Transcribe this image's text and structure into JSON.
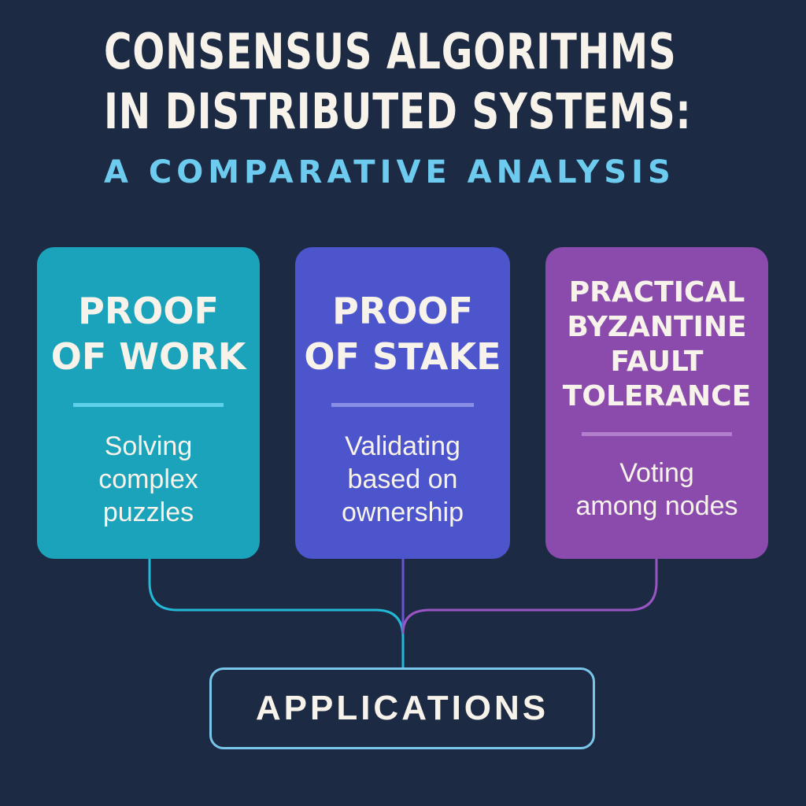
{
  "title": {
    "line1": "CONSENSUS ALGORITHMS",
    "line2": "IN DISTRIBUTED SYSTEMS:",
    "subtitle": "A COMPARATIVE ANALYSIS"
  },
  "cards": [
    {
      "head_lines": [
        "PROOF",
        "OF WORK"
      ],
      "desc_lines": [
        "Solving",
        "complex",
        "puzzles"
      ],
      "color": "#1aa3bb"
    },
    {
      "head_lines": [
        "PROOF",
        "OF STAKE"
      ],
      "desc_lines": [
        "Validating",
        "based on",
        "ownership"
      ],
      "color": "#4c55cc"
    },
    {
      "head_lines": [
        "PRACTICAL",
        "BYZANTINE",
        "FAULT",
        "TOLERANCE"
      ],
      "desc_lines": [
        "Voting",
        "among nodes"
      ],
      "color": "#8a4bad"
    }
  ],
  "target": {
    "label": "APPLICATIONS"
  },
  "colors": {
    "background": "#1d2a44",
    "title": "#f7f3ea",
    "subtitle": "#6ccbee",
    "connector_cyan": "#22b8d6",
    "connector_purple": "#7a4fc8",
    "connector_violet": "#9a55c4"
  }
}
